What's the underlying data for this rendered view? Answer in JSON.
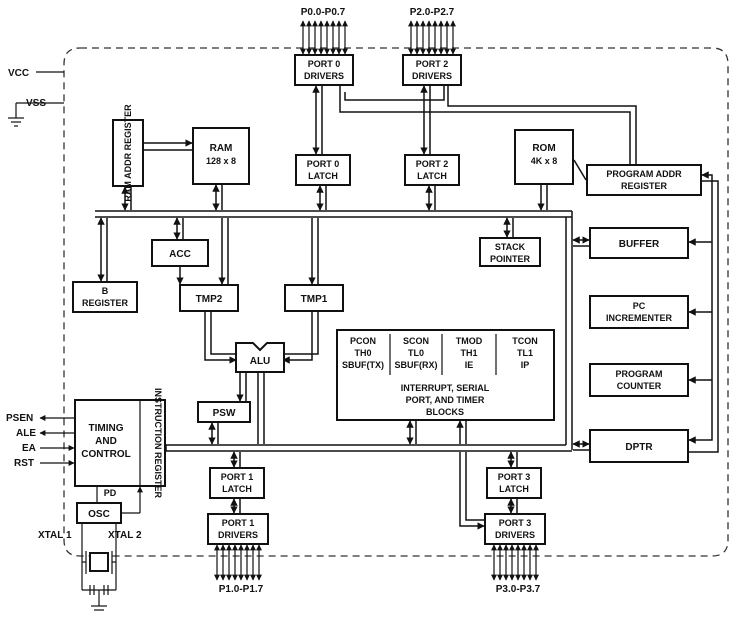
{
  "ports": {
    "p0": {
      "pins": "P0.0-P0.7",
      "drivers": [
        "PORT 0",
        "DRIVERS"
      ],
      "latch": [
        "PORT 0",
        "LATCH"
      ]
    },
    "p2": {
      "pins": "P2.0-P2.7",
      "drivers": [
        "PORT 2",
        "DRIVERS"
      ],
      "latch": [
        "PORT 2",
        "LATCH"
      ]
    },
    "p1": {
      "pins": "P1.0-P1.7",
      "drivers": [
        "PORT 1",
        "DRIVERS"
      ],
      "latch": [
        "PORT 1",
        "LATCH"
      ]
    },
    "p3": {
      "pins": "P3.0-P3.7",
      "drivers": [
        "PORT 3",
        "DRIVERS"
      ],
      "latch": [
        "PORT 3",
        "LATCH"
      ]
    }
  },
  "power": {
    "vcc": "VCC",
    "vss": "VSS"
  },
  "blocks": {
    "ram_addr": "RAM ADDR REGISTER",
    "ram": [
      "RAM",
      "128 x 8"
    ],
    "rom": [
      "ROM",
      "4K x 8"
    ],
    "prog_addr": [
      "PROGRAM ADDR",
      "REGISTER"
    ],
    "buffer": "BUFFER",
    "stack_pointer": [
      "STACK",
      "POINTER"
    ],
    "acc": "ACC",
    "b_register": [
      "B",
      "REGISTER"
    ],
    "tmp2": "TMP2",
    "tmp1": "TMP1",
    "alu": "ALU",
    "psw": "PSW",
    "pc_incrementer": [
      "PC",
      "INCREMENTER"
    ],
    "program_counter": [
      "PROGRAM",
      "COUNTER"
    ],
    "dptr": "DPTR",
    "timing": [
      "TIMING",
      "AND",
      "CONTROL"
    ],
    "instr_reg": "INSTRUCTION REGISTER",
    "osc": "OSC",
    "pd": "PD"
  },
  "sfr": {
    "row1": [
      "PCON",
      "SCON",
      "TMOD",
      "TCON"
    ],
    "row2": [
      "TH0",
      "TL0",
      "TH1",
      "TL1"
    ],
    "row3": [
      "SBUF(TX)",
      "SBUF(RX)",
      "IE",
      "IP"
    ],
    "caption": [
      "INTERRUPT, SERIAL",
      "PORT, AND TIMER",
      "BLOCKS"
    ]
  },
  "control_pins": [
    "PSEN",
    "ALE",
    "EA",
    "RST"
  ],
  "xtal": [
    "XTAL 1",
    "XTAL 2"
  ]
}
